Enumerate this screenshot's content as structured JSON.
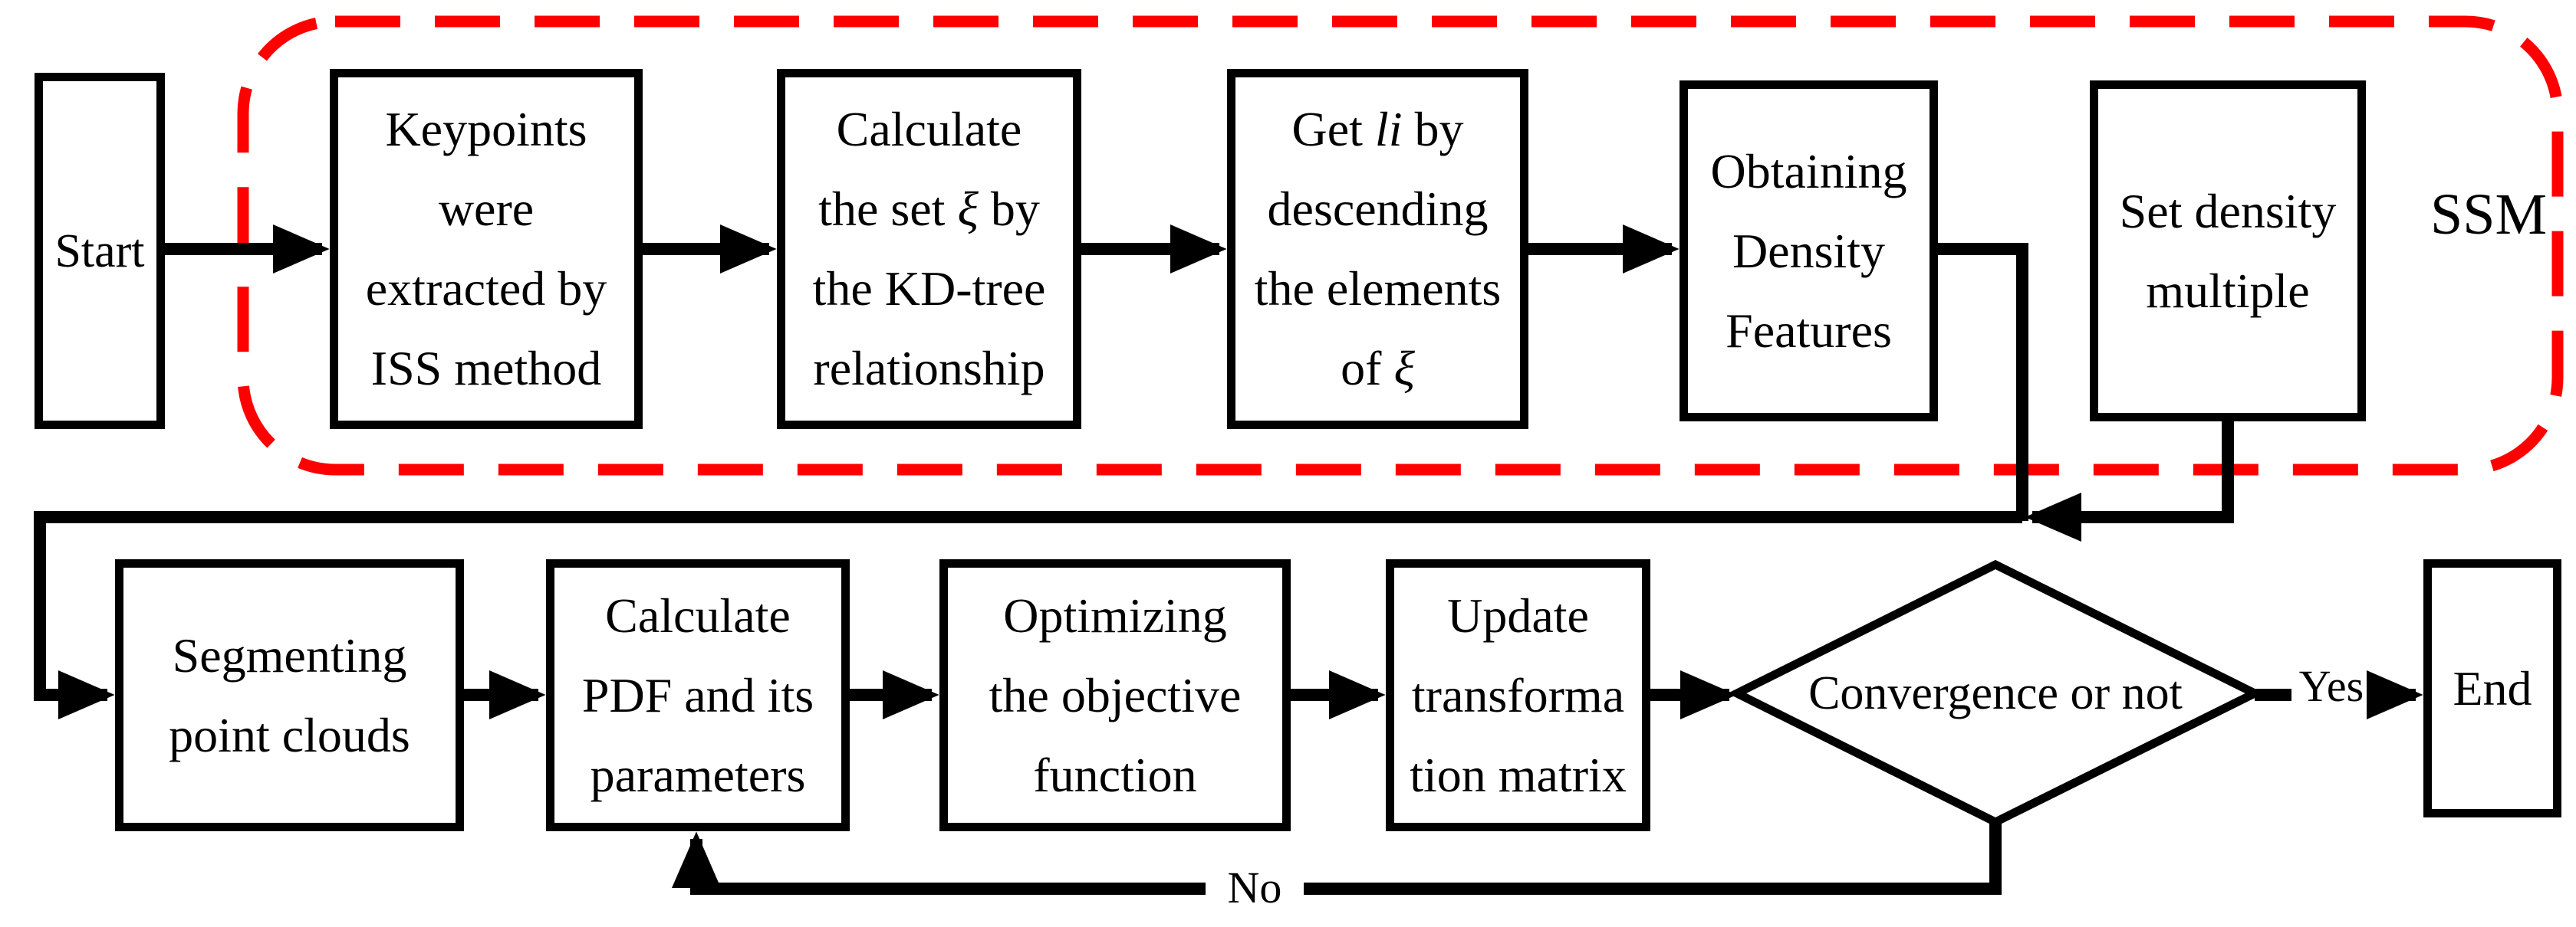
{
  "colors": {
    "accent_red": "#fe0000",
    "line_black": "#000000",
    "background": "#ffffff"
  },
  "region": {
    "label": "SSM"
  },
  "nodes": {
    "start": {
      "label": "Start"
    },
    "keypoints": {
      "lines": [
        "Keypoints",
        "were",
        "extracted by",
        "ISS method"
      ]
    },
    "calc_set": {
      "line1": "Calculate",
      "line2_pre": "the set ",
      "line2_sym": "ξ",
      "line2_post": " by",
      "line3": "the KD-tree",
      "line4": "relationship"
    },
    "get_li": {
      "line1_pre": "Get ",
      "line1_sym": "li",
      "line1_post": " by",
      "line2": "descending",
      "line3": "the elements",
      "line4_pre": "of ",
      "line4_sym": "ξ"
    },
    "obtaining": {
      "lines": [
        "Obtaining",
        "Density",
        "Features"
      ]
    },
    "set_density": {
      "lines": [
        "Set density",
        "multiple"
      ]
    },
    "segmenting": {
      "lines": [
        "Segmenting",
        "point clouds"
      ]
    },
    "calc_pdf": {
      "lines": [
        "Calculate",
        "PDF and its",
        "parameters"
      ]
    },
    "optimizing": {
      "lines": [
        "Optimizing",
        "the objective",
        "function"
      ]
    },
    "update": {
      "lines": [
        "Update",
        "transforma",
        "tion matrix"
      ]
    },
    "convergence": {
      "label": "Convergence or not"
    },
    "end": {
      "label": "End"
    }
  },
  "edges": {
    "yes_label": "Yes",
    "no_label": "No"
  }
}
